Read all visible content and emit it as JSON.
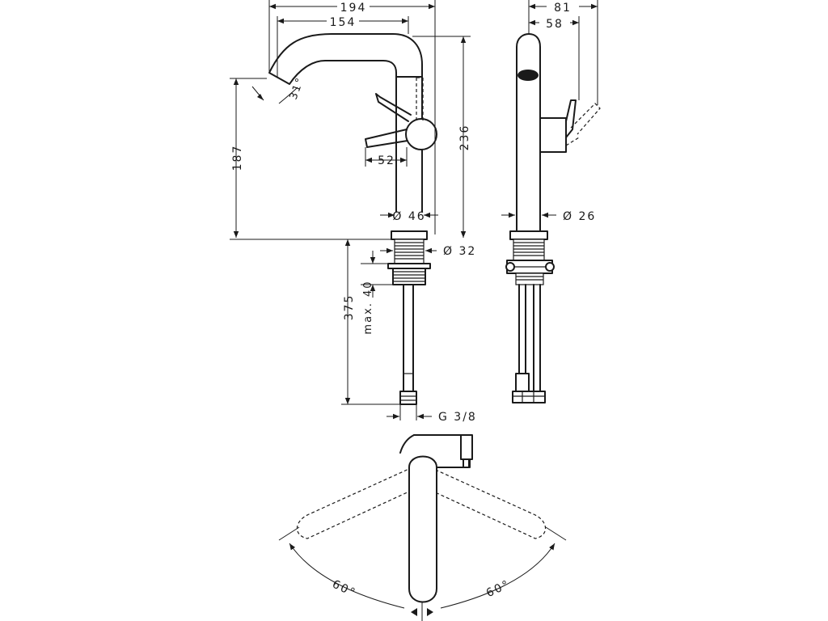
{
  "dimensions": {
    "front_width_total": "194",
    "front_width_spout": "154",
    "side_depth_total": "81",
    "side_depth_handle": "58",
    "spout_height": "187",
    "total_height": "236",
    "handle_length": "52",
    "body_diameter": "Ø 46",
    "thread_diameter": "Ø 32",
    "side_diameter": "Ø 26",
    "hose_length": "375",
    "max_thickness": "max. 40",
    "connection": "G 3/8",
    "spout_angle": "31°",
    "swivel_left": "60°",
    "swivel_right": "60°"
  },
  "colors": {
    "line": "#1a1a1a",
    "background": "#ffffff"
  }
}
